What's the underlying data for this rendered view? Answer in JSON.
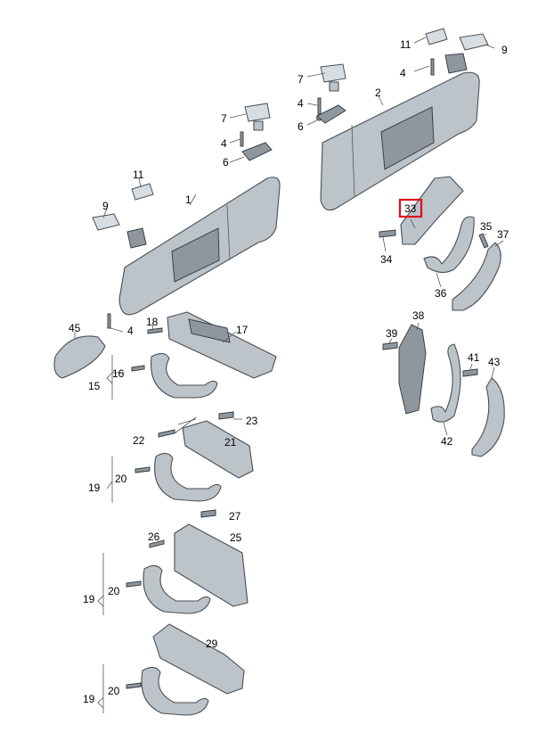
{
  "callouts": [
    {
      "id": "c1",
      "text": "1"
    },
    {
      "id": "c2",
      "text": "2"
    },
    {
      "id": "c4a",
      "text": "4"
    },
    {
      "id": "c4b",
      "text": "4"
    },
    {
      "id": "c4c",
      "text": "4"
    },
    {
      "id": "c4d",
      "text": "4"
    },
    {
      "id": "c6a",
      "text": "6"
    },
    {
      "id": "c6b",
      "text": "6"
    },
    {
      "id": "c7a",
      "text": "7"
    },
    {
      "id": "c7b",
      "text": "7"
    },
    {
      "id": "c9a",
      "text": "9"
    },
    {
      "id": "c9b",
      "text": "9"
    },
    {
      "id": "c11a",
      "text": "11"
    },
    {
      "id": "c11b",
      "text": "11"
    },
    {
      "id": "c15",
      "text": "15"
    },
    {
      "id": "c16",
      "text": "16"
    },
    {
      "id": "c17",
      "text": "17"
    },
    {
      "id": "c18",
      "text": "18"
    },
    {
      "id": "c19a",
      "text": "19"
    },
    {
      "id": "c19b",
      "text": "19"
    },
    {
      "id": "c19c",
      "text": "19"
    },
    {
      "id": "c20a",
      "text": "20"
    },
    {
      "id": "c20b",
      "text": "20"
    },
    {
      "id": "c20c",
      "text": "20"
    },
    {
      "id": "c21",
      "text": "21"
    },
    {
      "id": "c22",
      "text": "22"
    },
    {
      "id": "c23",
      "text": "23"
    },
    {
      "id": "c25",
      "text": "25"
    },
    {
      "id": "c26",
      "text": "26"
    },
    {
      "id": "c27",
      "text": "27"
    },
    {
      "id": "c29",
      "text": "29"
    },
    {
      "id": "c33",
      "text": "33"
    },
    {
      "id": "c34",
      "text": "34"
    },
    {
      "id": "c35",
      "text": "35"
    },
    {
      "id": "c36",
      "text": "36"
    },
    {
      "id": "c37",
      "text": "37"
    },
    {
      "id": "c38",
      "text": "38"
    },
    {
      "id": "c39",
      "text": "39"
    },
    {
      "id": "c41",
      "text": "41"
    },
    {
      "id": "c42",
      "text": "42"
    },
    {
      "id": "c43",
      "text": "43"
    },
    {
      "id": "c45",
      "text": "45"
    }
  ],
  "highlighted_callout": "33",
  "colors": {
    "part": "#bcc3c9",
    "outline": "#4a4f54",
    "highlight": "#e0101a"
  }
}
